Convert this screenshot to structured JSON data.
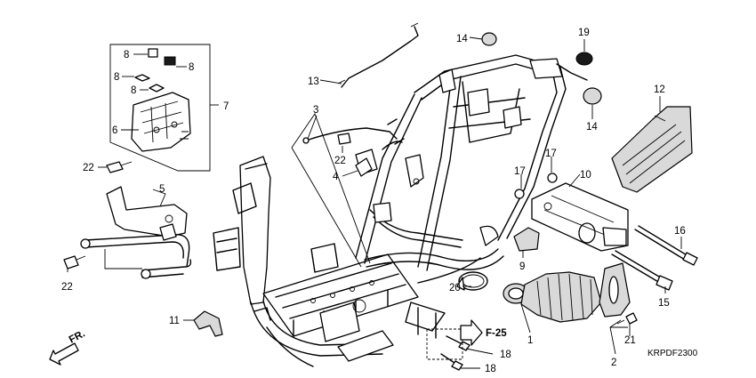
{
  "diagram": {
    "code": "KRPDF2300",
    "front_label": "FR.",
    "ref_label": "F-25",
    "callouts": {
      "c1": "1",
      "c2": "2",
      "c3": "3",
      "c4": "4",
      "c5": "5",
      "c6": "6",
      "c7": "7",
      "c8a": "8",
      "c8b": "8",
      "c8c": "8",
      "c8d": "8",
      "c9": "9",
      "c10": "10",
      "c11": "11",
      "c12": "12",
      "c13": "13",
      "c14a": "14",
      "c14b": "14",
      "c15": "15",
      "c16": "16",
      "c17a": "17",
      "c17b": "17",
      "c18a": "18",
      "c18b": "18",
      "c19": "19",
      "c20": "20",
      "c21": "21",
      "c22a": "22",
      "c22b": "22",
      "c22c": "22"
    }
  }
}
